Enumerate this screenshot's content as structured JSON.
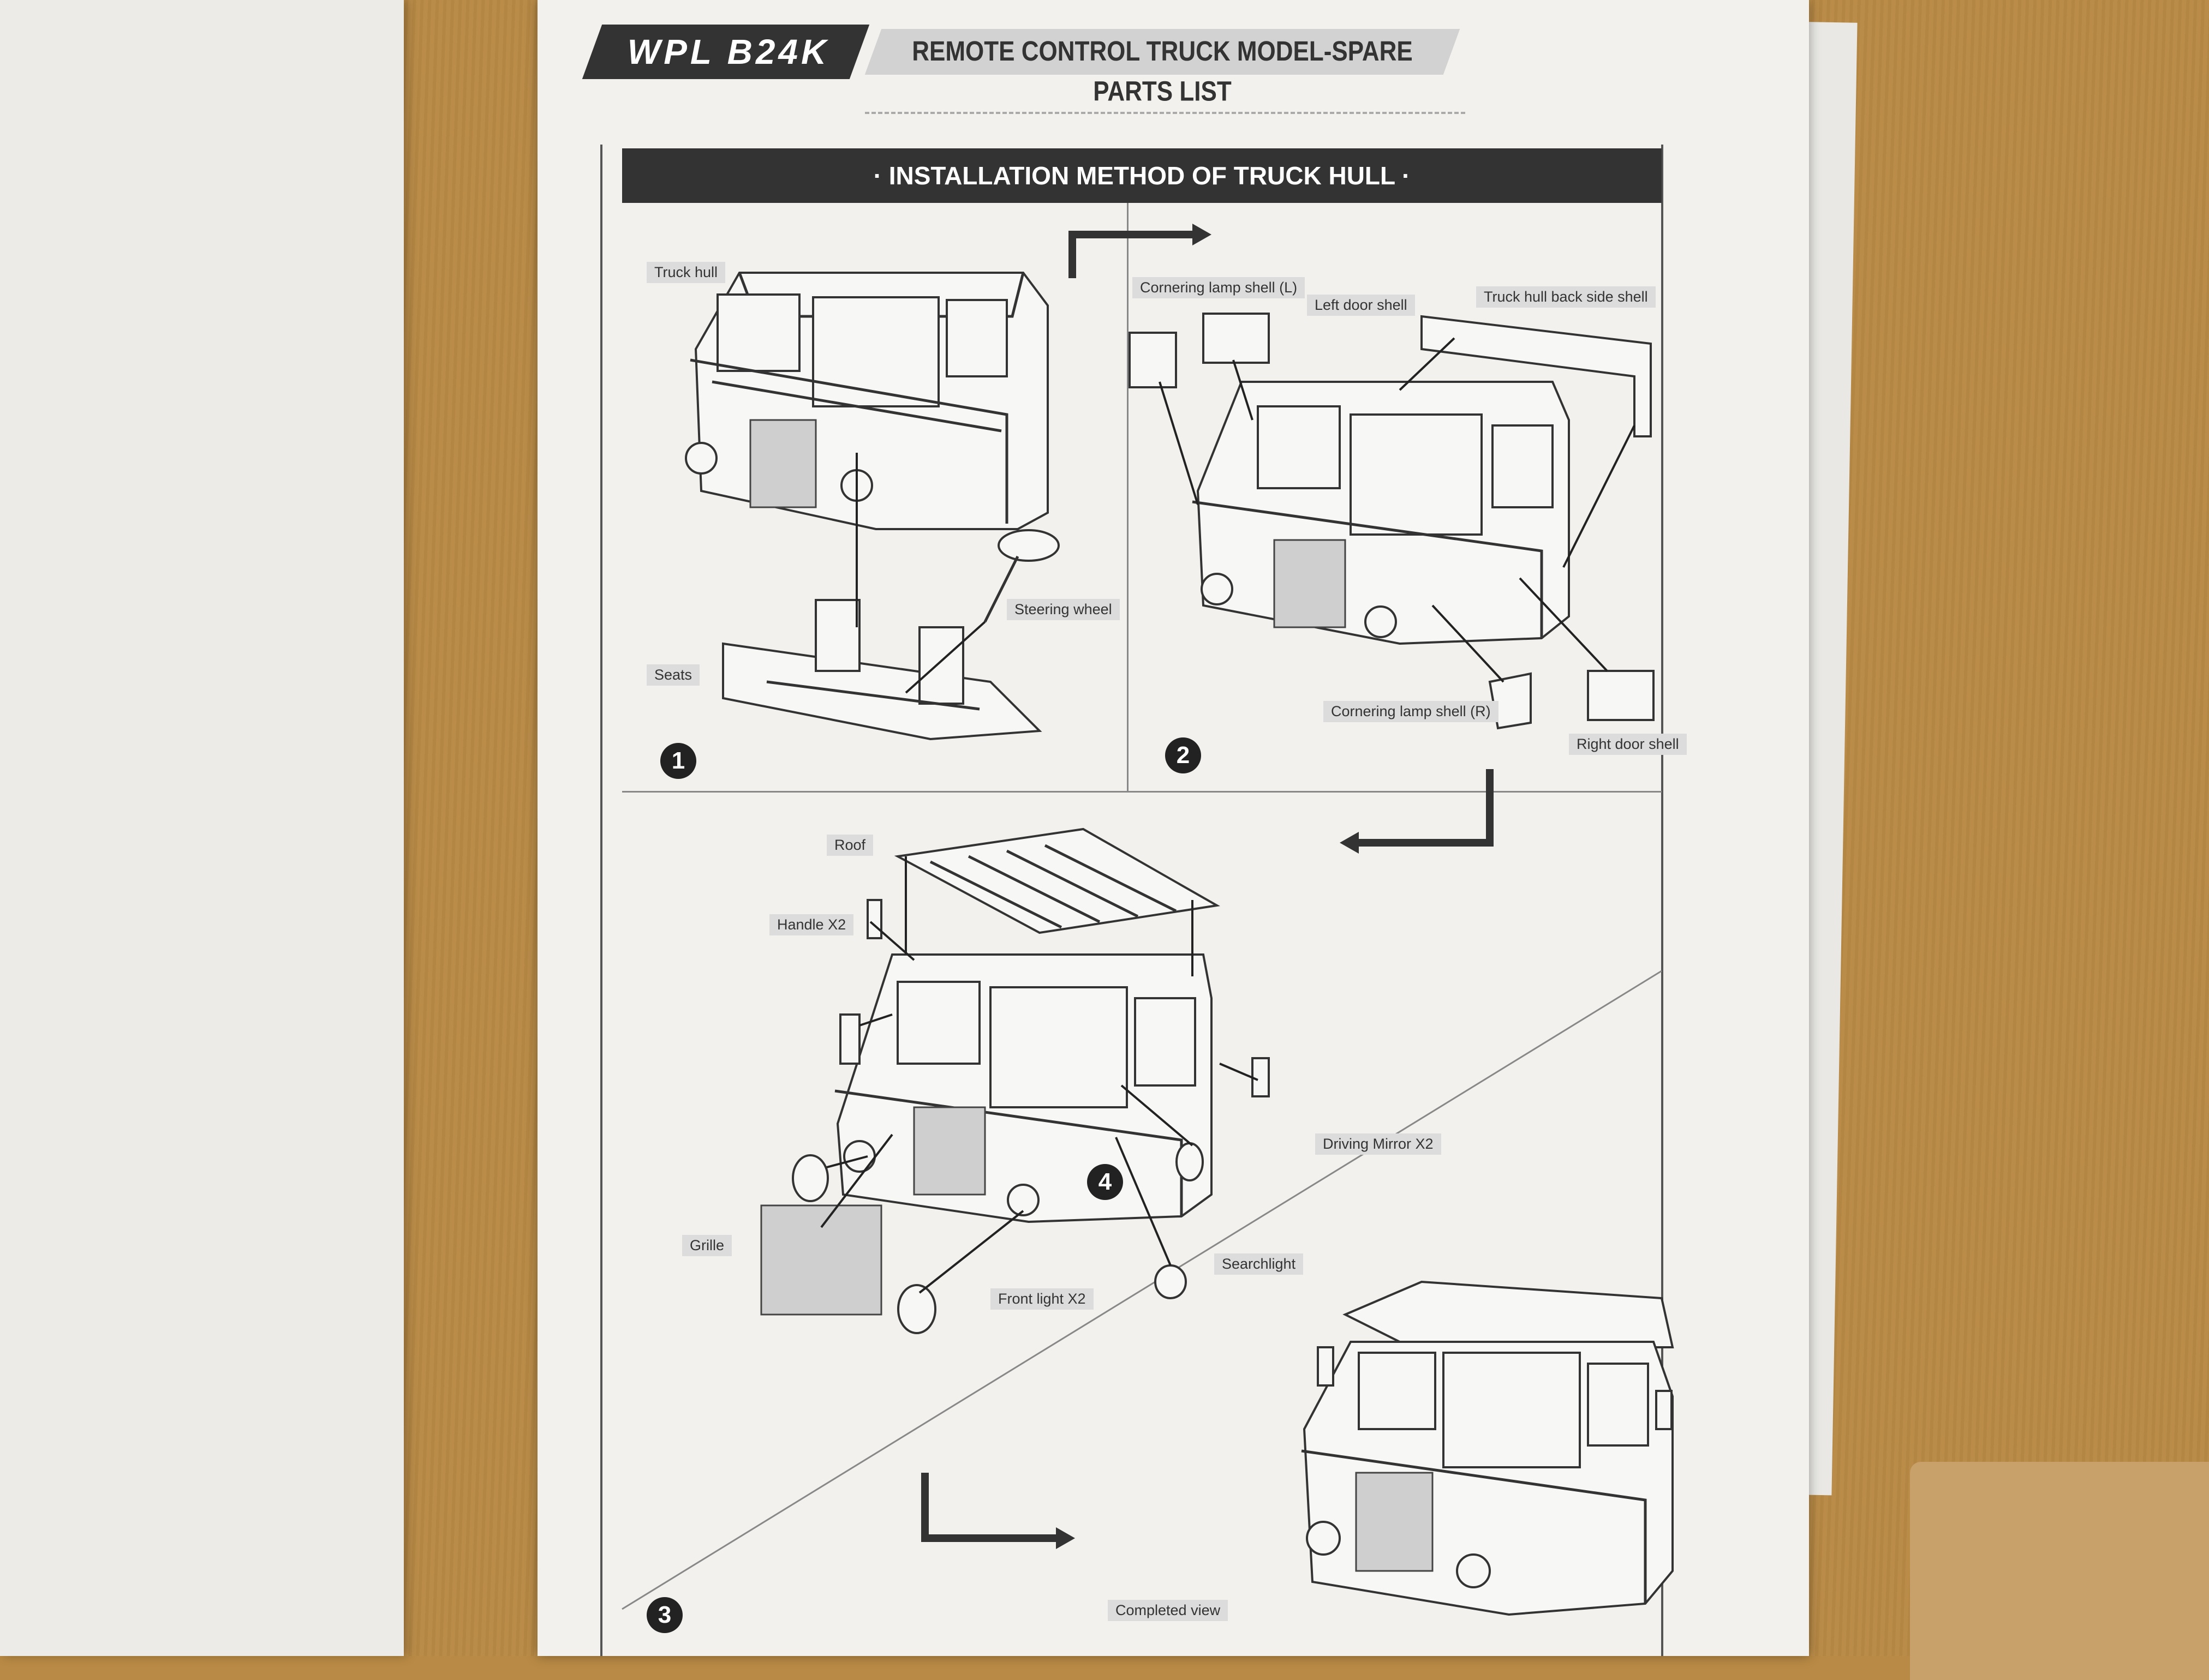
{
  "header": {
    "brand": "WPL B24K",
    "title": "REMOTE CONTROL TRUCK MODEL-SPARE PARTS LIST"
  },
  "section": {
    "title": "· INSTALLATION METHOD OF TRUCK HULL ·"
  },
  "steps": {
    "step1": {
      "number": "1",
      "labels": {
        "truck_hull": "Truck hull",
        "steering_wheel": "Steering wheel",
        "seats": "Seats"
      }
    },
    "step2": {
      "number": "2",
      "labels": {
        "cornering_lamp_l": "Cornering lamp shell (L)",
        "left_door": "Left door shell",
        "back_side": "Truck hull back side shell",
        "cornering_lamp_r": "Cornering lamp shell (R)",
        "right_door": "Right door shell"
      }
    },
    "step3": {
      "number": "3",
      "labels": {
        "roof": "Roof",
        "handle": "Handle X2",
        "grille": "Grille",
        "front_light": "Front light X2",
        "searchlight": "Searchlight",
        "driving_mirror": "Driving Mirror X2"
      }
    },
    "step4": {
      "number": "4",
      "labels": {
        "completed": "Completed view"
      }
    }
  }
}
